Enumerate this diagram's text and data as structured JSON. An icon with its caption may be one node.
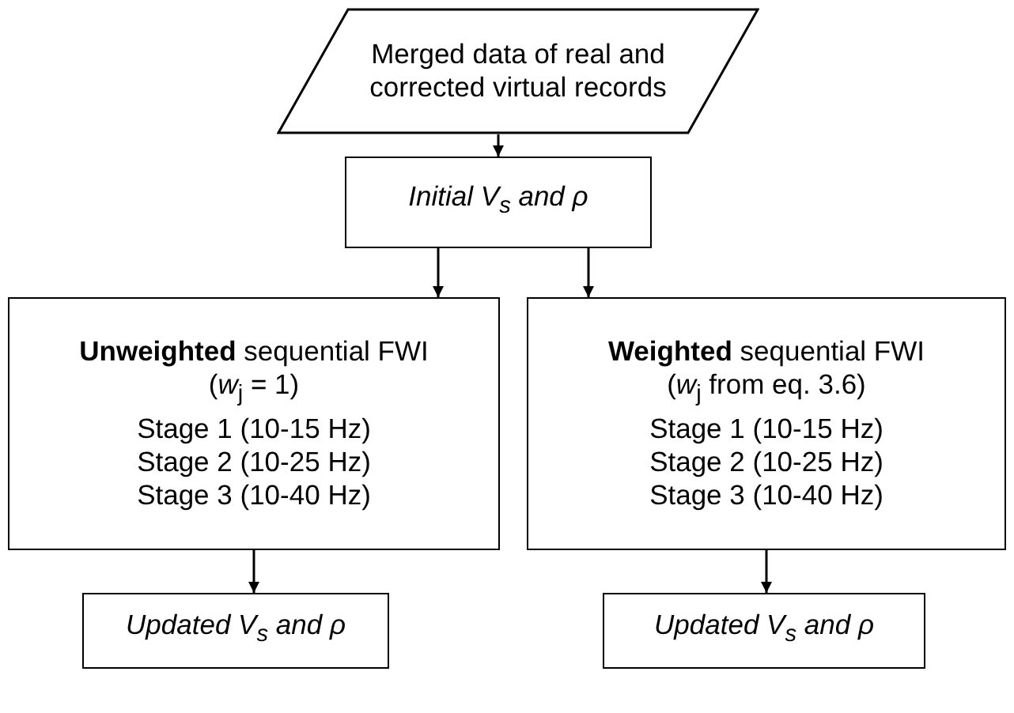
{
  "diagram": {
    "nodes": [
      {
        "text": [
          "Merged data of real and corrected virtual records"
        ]
      },
      {
        "text": [
          "Initial V$_{s}$ and ρ"
        ]
      },
      {
        "text": [
          "**Unweighted** sequential FWI",
          "(*w*$_{j}$ = 1)",
          "Stage 1 (10-15 Hz)",
          "Stage 2 (10-25 Hz)",
          "Stage 3 (10-40 Hz)"
        ]
      },
      {
        "text": [
          "**Weighted** sequential FWI",
          "(*w*$_{j}$ from eq. 3.6)",
          "Stage 1 (10-15 Hz)",
          "Stage 2 (10-25 Hz)",
          "Stage 3 (10-40 Hz)"
        ]
      },
      {
        "text": [
          "Updated V$_{s}$ and ρ"
        ]
      },
      {
        "text": [
          "Updated V$_{s}$ and ρ"
        ]
      }
    ],
    "edges": [
      {
        "from": 0,
        "to": 1,
        "arrow": "to"
      },
      {
        "from": 1,
        "to": 2,
        "arrow": "to"
      },
      {
        "from": 1,
        "to": 3,
        "arrow": "to"
      },
      {
        "from": 2,
        "to": 4,
        "arrow": "to"
      },
      {
        "from": 3,
        "to": 5,
        "arrow": "to"
      }
    ]
  }
}
